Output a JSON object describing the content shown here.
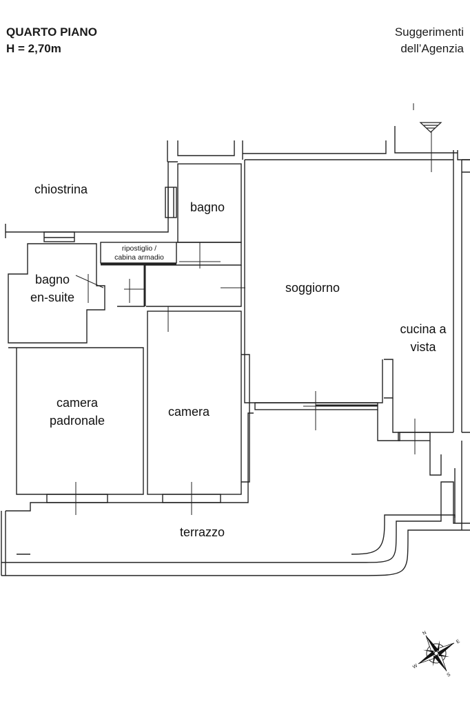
{
  "header": {
    "floor": "QUARTO PIANO",
    "height": "H = 2,70m",
    "note_line1": "Suggerimenti",
    "note_line2": "dell’Agenzia"
  },
  "rooms": {
    "chiostrina": "chiostrina",
    "bagno": "bagno",
    "ripostiglio_line1": "ripostiglio /",
    "ripostiglio_line2": "cabina armadio",
    "bagno_ensuite_line1": "bagno",
    "bagno_ensuite_line2": "en-suite",
    "soggiorno": "soggiorno",
    "cucina_line1": "cucina a",
    "cucina_line2": "vista",
    "camera_padronale_line1": "camera",
    "camera_padronale_line2": "padronale",
    "camera": "camera",
    "terrazzo": "terrazzo"
  },
  "compass": {
    "icon": "compass-rose-icon",
    "n": "N",
    "s": "S",
    "e": "E",
    "w": "W"
  }
}
